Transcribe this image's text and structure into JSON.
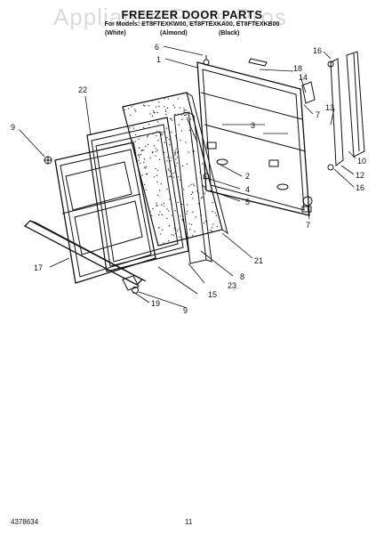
{
  "header": {
    "watermark": "Appliance Parts Pros",
    "title": "FREEZER DOOR PARTS",
    "models": "For Models: ET8FTEXKW00, ET8FTEXKA00, ET8FTEXKB00",
    "variants": [
      "(White)",
      "(Almond)",
      "(Black)"
    ]
  },
  "callouts": [
    "1",
    "2",
    "3",
    "4",
    "5",
    "5",
    "6",
    "7",
    "7",
    "8",
    "9",
    "9",
    "10",
    "12",
    "13",
    "14",
    "15",
    "16",
    "16",
    "17",
    "18",
    "19",
    "21",
    "22",
    "23"
  ],
  "footer": {
    "doc_number": "4378634",
    "page_number": "11"
  },
  "colors": {
    "line": "#111111",
    "watermark": "#999999",
    "background": "#ffffff"
  }
}
